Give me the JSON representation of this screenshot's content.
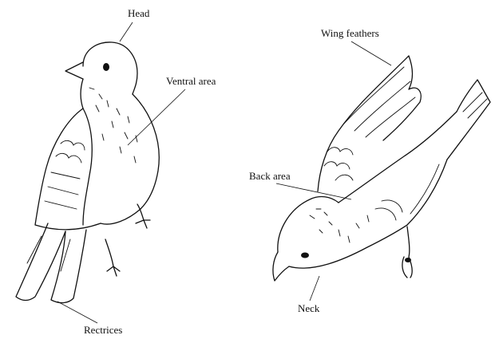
{
  "labels": {
    "head": "Head",
    "ventral_area": "Ventral area",
    "rectrices": "Rectrices",
    "wing_feathers": "Wing feathers",
    "back_area": "Back area",
    "neck": "Neck"
  },
  "colors": {
    "ink": "#111111",
    "background": "#ffffff"
  }
}
